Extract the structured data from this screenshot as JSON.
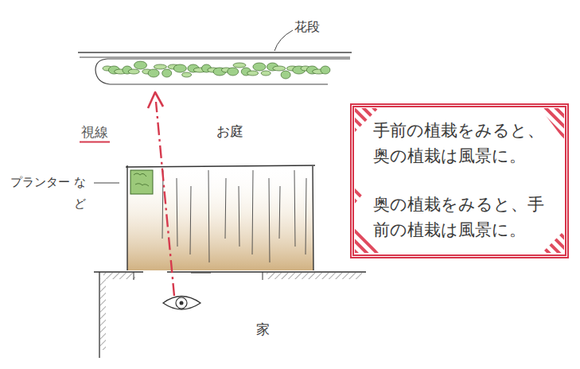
{
  "diagram": {
    "nodes": [
      {
        "text": [
          "手前の植栽をみると、奥の植栽は風景に。",
          "奥の植栽をみると、手前の植栽は風景に。"
        ]
      }
    ],
    "labels": [
      "花段",
      "視線",
      "お庭",
      "プランター など",
      "家"
    ]
  }
}
